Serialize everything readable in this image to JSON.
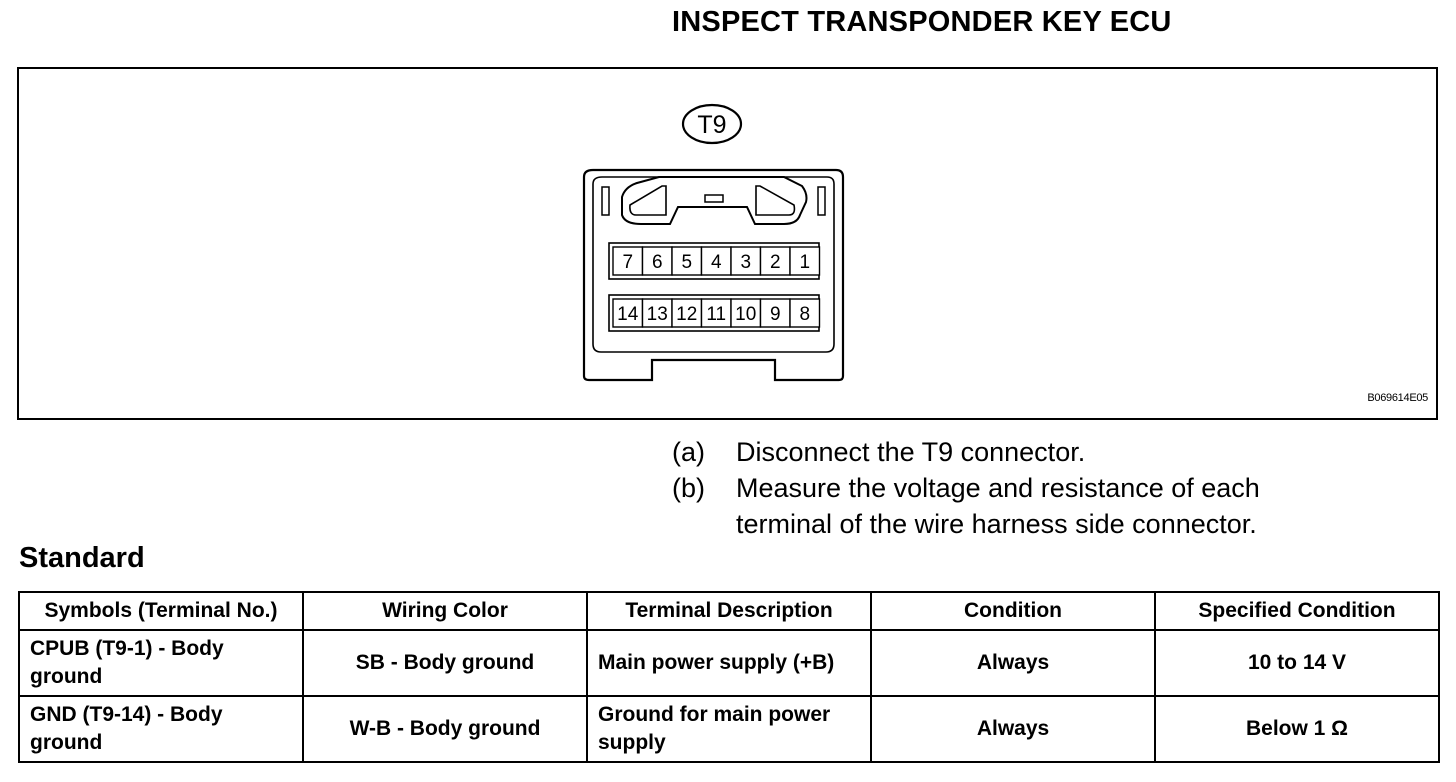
{
  "title": "INSPECT TRANSPONDER KEY ECU",
  "figure": {
    "connector_label": "T9",
    "top_row_pins": [
      "7",
      "6",
      "5",
      "4",
      "3",
      "2",
      "1"
    ],
    "bottom_row_pins": [
      "14",
      "13",
      "12",
      "11",
      "10",
      "9",
      "8"
    ],
    "figure_id": "B069614E05"
  },
  "steps": [
    {
      "marker": "(a)",
      "text": "Disconnect the T9 connector."
    },
    {
      "marker": "(b)",
      "text": "Measure the voltage and resistance of each terminal of the wire harness side connector."
    }
  ],
  "standard_heading": "Standard",
  "table": {
    "headers": [
      "Symbols (Terminal No.)",
      "Wiring Color",
      "Terminal Description",
      "Condition",
      "Specified Condition"
    ],
    "rows": [
      [
        "CPUB (T9-1) - Body ground",
        "SB - Body ground",
        "Main power supply (+B)",
        "Always",
        "10 to 14 V"
      ],
      [
        "GND (T9-14) - Body ground",
        "W-B - Body ground",
        "Ground for main power supply",
        "Always",
        "Below 1 Ω"
      ]
    ]
  }
}
